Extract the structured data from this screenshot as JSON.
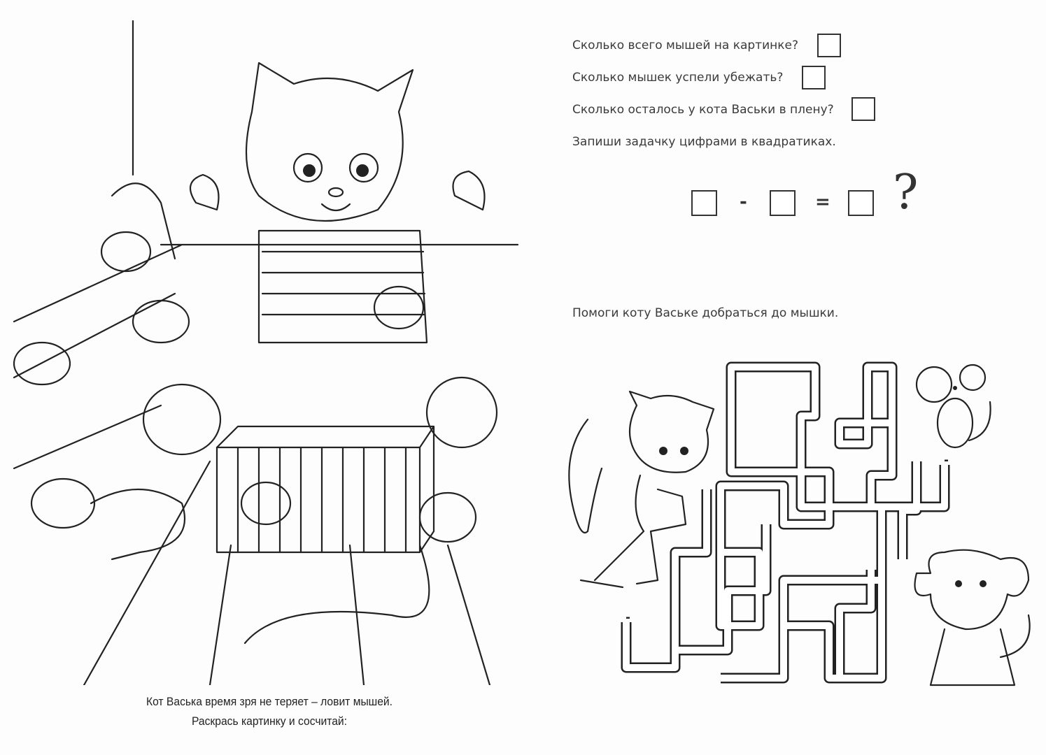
{
  "left_page": {
    "caption_line1": "Кот Васька время зря не теряет – ловит мышей.",
    "caption_line2": "Раскрась картинку и сосчитай:"
  },
  "right_page": {
    "questions": [
      "Сколько всего мышей на картинке?",
      "Сколько мышек успели убежать?",
      "Сколько осталось у кота Васьки в плену?"
    ],
    "instruction": "Запиши задачку цифрами в квадратиках.",
    "equation": {
      "minus": "-",
      "equals": "=",
      "question_mark": "?"
    },
    "maze_instruction": "Помоги коту Ваське добраться до мышки."
  }
}
